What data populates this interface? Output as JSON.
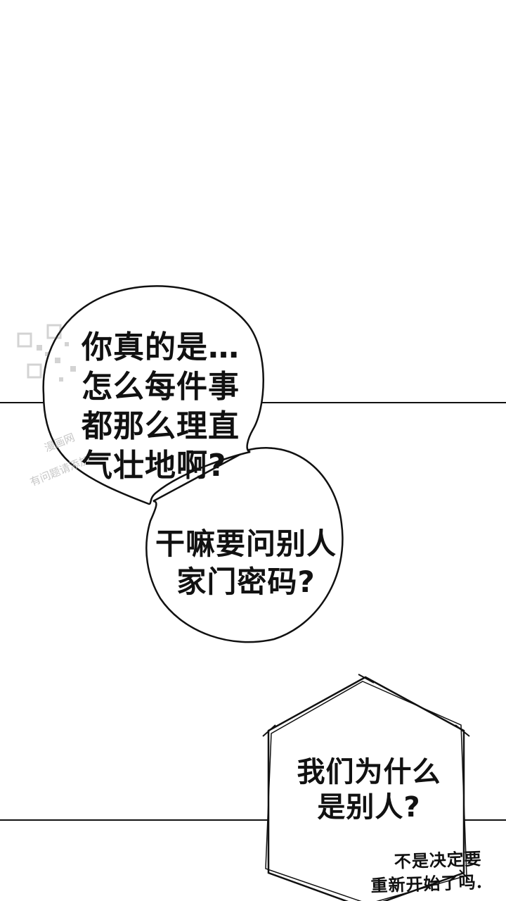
{
  "bubble_left": {
    "lines": [
      "你真的是…",
      "怎么每件事",
      "都那么理直",
      "气壮地啊?"
    ]
  },
  "bubble_right": {
    "lines": [
      "干嘛要问别人",
      "家门密码?"
    ]
  },
  "bubble_hexagon": {
    "lines": [
      "我们为什么",
      "是别人?"
    ]
  },
  "handwritten_note": {
    "lines": [
      "不是决定要",
      "重新开始了吗."
    ]
  },
  "watermark": {
    "lines": [
      "漫画网",
      "有问题请添加"
    ]
  },
  "colors": {
    "ink": "#111111",
    "paper": "#ffffff"
  }
}
